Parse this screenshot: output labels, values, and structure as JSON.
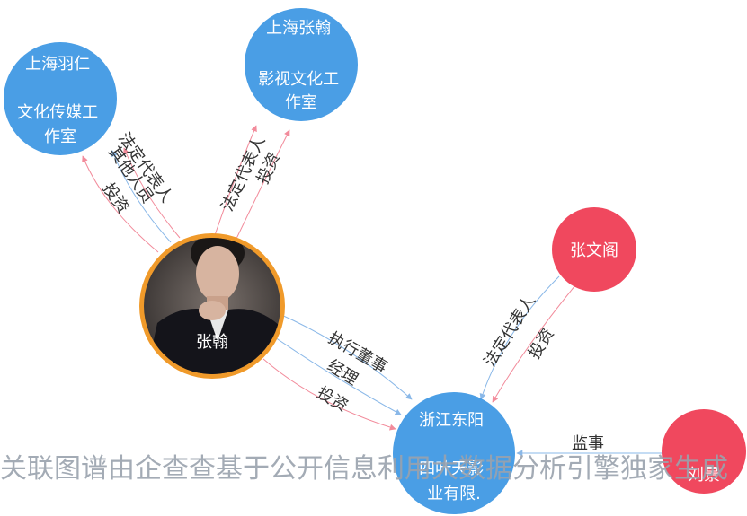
{
  "colors": {
    "company": "#4a9ee5",
    "person": "#f0485e",
    "center_ring": "#f09a2a",
    "edge_red": "#f28b9b",
    "edge_blue": "#8ab8e8",
    "label": "#333333",
    "footer": "#9aa2ad"
  },
  "nodes": [
    {
      "id": "yuren",
      "type": "company",
      "lines": [
        "上海羽仁",
        "",
        "文化传媒工",
        "作室"
      ]
    },
    {
      "id": "zhanghan_studio",
      "type": "company",
      "lines": [
        "上海张翰",
        "",
        "影视文化工",
        "作室"
      ]
    },
    {
      "id": "zhangwenge",
      "type": "person",
      "lines": [
        "张文阁"
      ]
    },
    {
      "id": "liujing",
      "type": "person",
      "lines": [
        "刘景"
      ]
    },
    {
      "id": "dongyang",
      "type": "company",
      "lines": [
        "浙江东阳",
        "",
        "四叶天影",
        "业有限."
      ]
    },
    {
      "id": "zhanghan",
      "type": "center",
      "lines": [
        "张翰"
      ]
    }
  ],
  "edges": [
    {
      "from": "zhanghan",
      "to": "yuren",
      "labels": [
        "法定代表人",
        "其他人员",
        "投资"
      ]
    },
    {
      "from": "zhanghan",
      "to": "zhanghan_studio",
      "labels": [
        "法定代表人",
        "投资"
      ]
    },
    {
      "from": "zhanghan",
      "to": "dongyang",
      "labels": [
        "执行董事",
        "经理",
        "投资"
      ]
    },
    {
      "from": "zhangwenge",
      "to": "dongyang",
      "labels": [
        "法定代表人",
        "投资"
      ]
    },
    {
      "from": "liujing",
      "to": "dongyang",
      "labels": [
        "监事"
      ]
    }
  ],
  "footer": "关联图谱由企查查基于公开信息利用大数据分析引擎独家生成"
}
